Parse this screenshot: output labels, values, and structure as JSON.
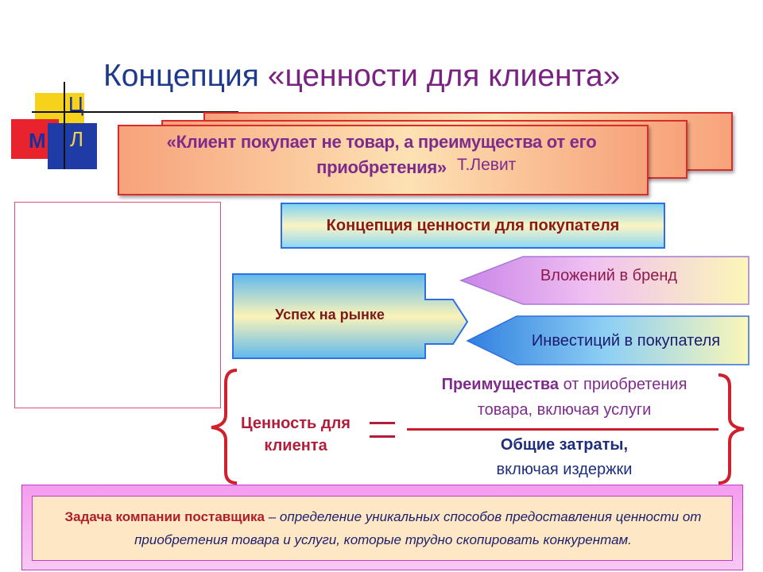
{
  "logo": {
    "letter_m": "М",
    "letter_c": "Ц",
    "letter_d": "Л"
  },
  "title": {
    "prefix": "Концепция",
    "highlight": "«ценности для клиента»"
  },
  "quote": {
    "text": "«Клиент покупает не товар, а преимущества от его приобретения»",
    "author": "Т.Левит"
  },
  "concept_header": "Концепция ценности для покупателя",
  "success": "Успех на рынке",
  "branches": {
    "brand": "Вложений в бренд",
    "customer": "Инвестиций в покупателя"
  },
  "formula": {
    "label": "Ценность для клиента",
    "numerator_bold": "Преимущества",
    "numerator_rest": "от приобретения",
    "numerator_line2": "товара, включая услуги",
    "denominator_line1": "Общие затраты,",
    "denominator_line2": "включая издержки"
  },
  "task": {
    "lead": "Задача компании поставщика",
    "text": " – определение уникальных способов предоставления ценности от приобретения товара и услуги, которые трудно скопировать конкурентам."
  },
  "colors": {
    "title": "#1f3a8c",
    "quote_text": "#7e2b8c",
    "brace": "#d0202e",
    "header_border": "#2f6fe0"
  }
}
